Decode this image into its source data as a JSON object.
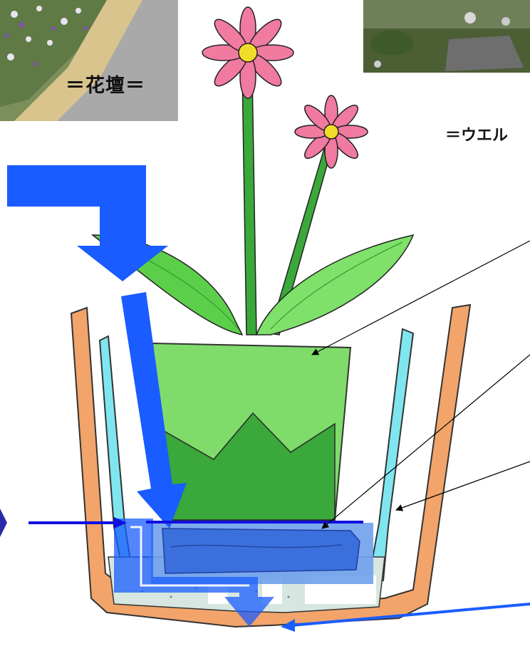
{
  "captions": {
    "kadan": "＝花壇＝",
    "right": "＝ウエル"
  },
  "colors": {
    "flow_arrow": "#1a5cff",
    "horizontal_arrow": "#1010e0",
    "pot_light": "#7fdc6a",
    "pot_dark": "#3aa83a",
    "water": "#3a6fdc",
    "outer_pot": "#f2a46a",
    "inner_liner": "#7fe6f0",
    "petal": "#f07aa0",
    "flower_center": "#f2dc2a",
    "leaf": "#5ccf4a"
  },
  "icons": [
    "flow-arrow-down",
    "flow-arrow-horizontal",
    "pointer-arrow"
  ]
}
